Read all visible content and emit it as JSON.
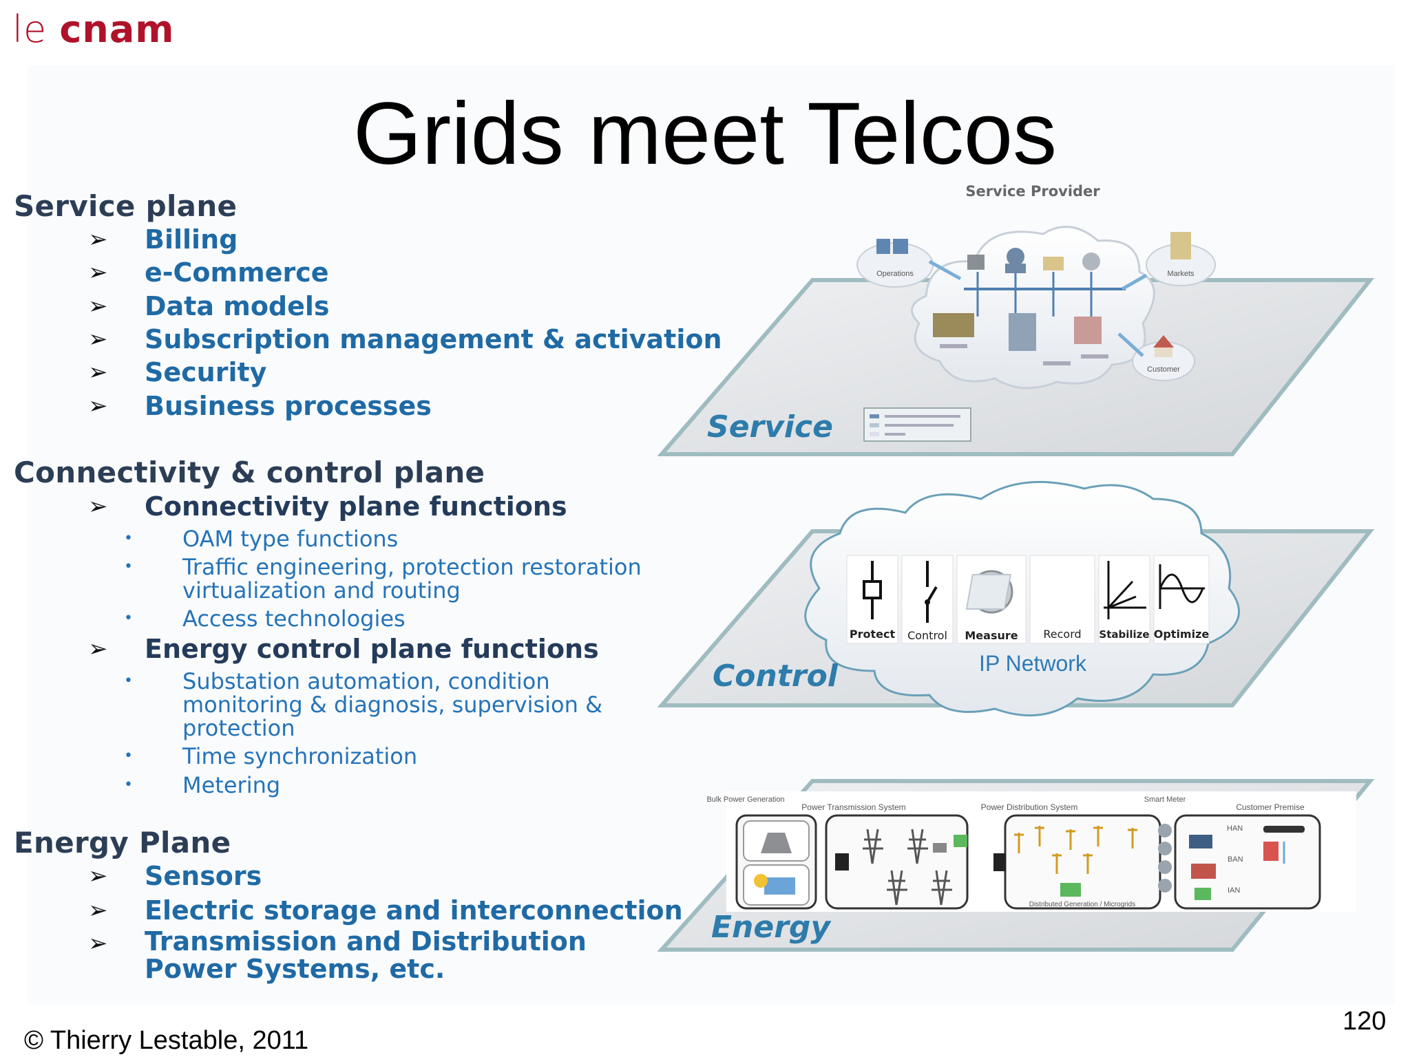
{
  "logo": {
    "le": "le",
    "cnam": "cnam"
  },
  "title": "Grids meet Telcos",
  "outline": {
    "service": {
      "title": "Service plane",
      "items": [
        "Billing",
        "e-Commerce",
        "Data models",
        "Subscription management & activation",
        "Security",
        "Business processes"
      ]
    },
    "connectivity": {
      "title": "Connectivity & control plane",
      "sub1": {
        "label": "Connectivity plane functions",
        "bullets": [
          "OAM type functions",
          "Traffic engineering, protection restoration virtualization and routing",
          "Access technologies"
        ]
      },
      "sub2": {
        "label": "Energy control plane functions",
        "bullets": [
          "Substation automation, condition monitoring & diagnosis, supervision & protection",
          "Time synchronization",
          "Metering"
        ]
      }
    },
    "energy": {
      "title": "Energy Plane",
      "items": [
        "Sensors",
        "Electric storage and interconnection",
        "Transmission and Distribution Power Systems, etc."
      ]
    }
  },
  "diagram": {
    "service_provider": "Service Provider",
    "service_label": "Service",
    "control_label": "Control",
    "energy_label": "Energy",
    "ip_network": "IP Network",
    "control_tiles": [
      "Protect",
      "Control",
      "Measure",
      "Record",
      "Stabilize",
      "Optimize"
    ],
    "service_nodes": [
      "Operations",
      "Markets",
      "Customer"
    ],
    "energy_sections": [
      "Bulk Power Generation",
      "Power Transmission System",
      "Power Distribution System",
      "Smart Meter",
      "Customer Premise"
    ],
    "energy_tags": [
      "HAN",
      "BAN",
      "IAN"
    ]
  },
  "footer": "© Thierry Lestable, 2011",
  "page_number": "120"
}
